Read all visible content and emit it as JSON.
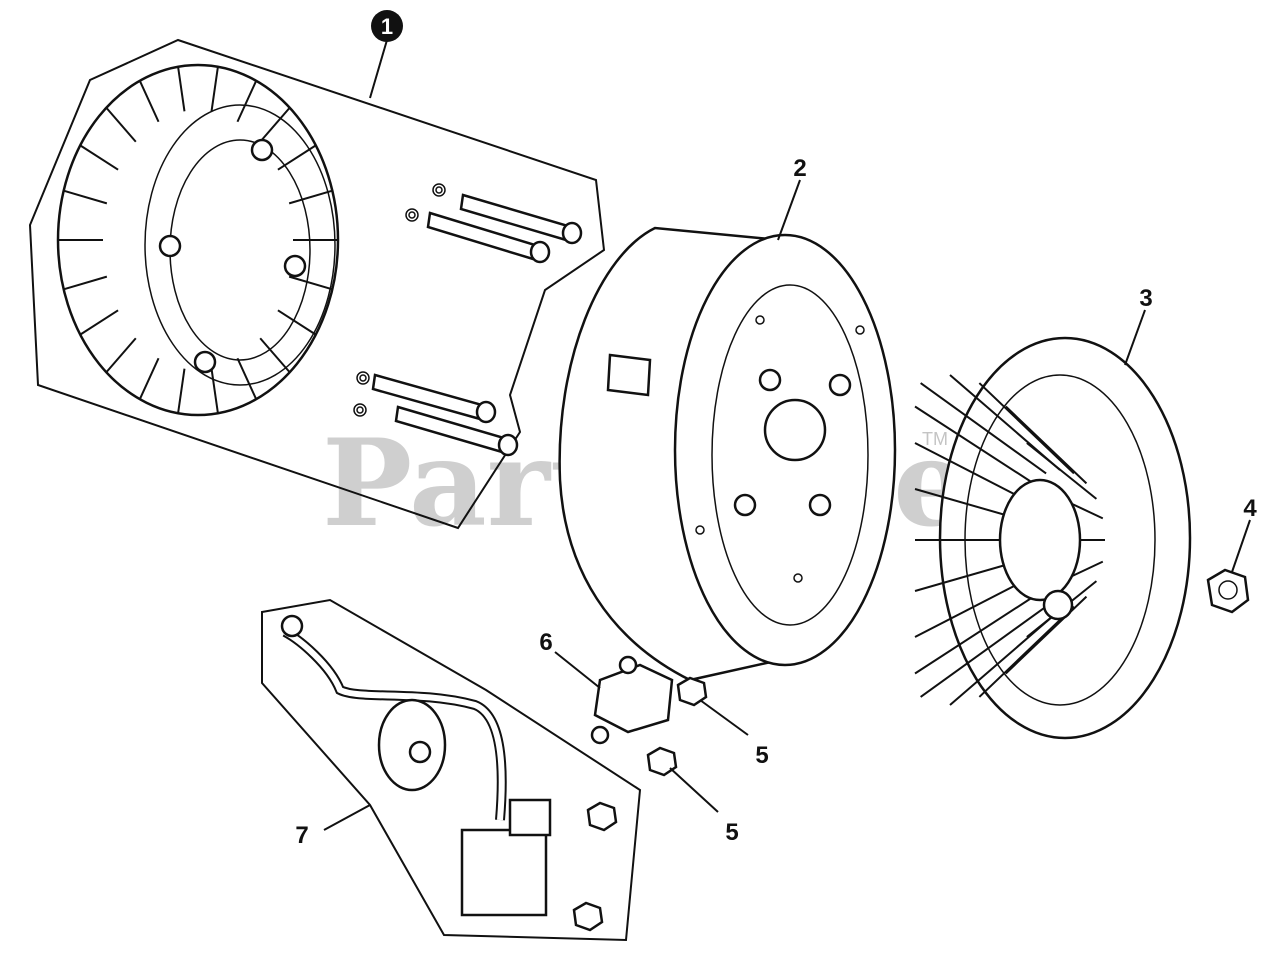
{
  "watermark": {
    "text": "PartsTree",
    "tm": "TM"
  },
  "callouts": [
    {
      "id": "1",
      "label": "1",
      "style": "circle"
    },
    {
      "id": "2",
      "label": "2"
    },
    {
      "id": "3",
      "label": "3"
    },
    {
      "id": "4",
      "label": "4"
    },
    {
      "id": "5a",
      "label": "5"
    },
    {
      "id": "5b",
      "label": "5"
    },
    {
      "id": "6",
      "label": "6"
    },
    {
      "id": "7",
      "label": "7"
    }
  ]
}
